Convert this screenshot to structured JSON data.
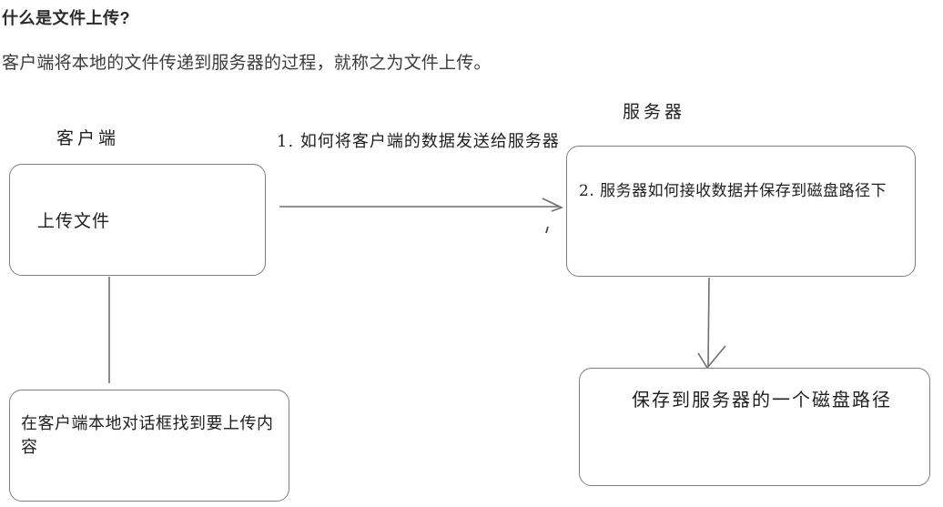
{
  "header": {
    "title": "什么是文件上传?",
    "description": "客户端将本地的文件传递到服务器的过程，就称之为文件上传。"
  },
  "diagram": {
    "labels": {
      "client": "客户端",
      "server": "服务器",
      "step1": "1. 如何将客户端的数据发送给服务器"
    },
    "boxes": {
      "upload": "上传文件",
      "server_receive": "2. 服务器如何接收数据并保存到磁盘路径下",
      "client_dialog": "在客户端本地对话框找到要上传内容",
      "save_path": "保存到服务器的一个磁盘路径"
    },
    "colors": {
      "box_border": "#7e7e7e",
      "connector_line": "#6f6f6f",
      "diagram_text": "#1f1f1f",
      "title_text": "#2b2b2b",
      "body_text": "#3c3c3c"
    }
  }
}
